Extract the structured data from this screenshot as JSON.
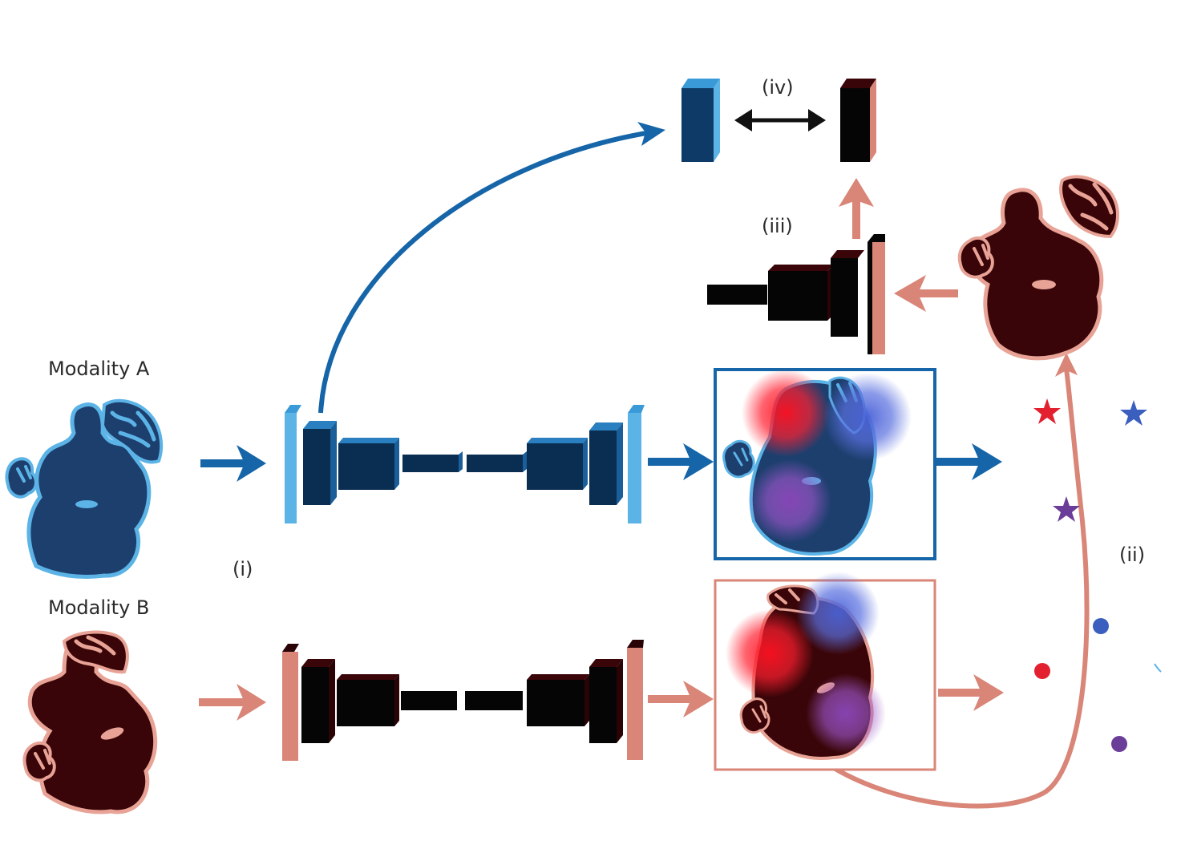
{
  "labels": {
    "modality_a": "Modality A",
    "modality_b": "Modality B",
    "step_i": "(i)",
    "step_ii": "(ii)",
    "step_iii": "(iii)",
    "step_iv": "(iv)"
  },
  "colors": {
    "blue_dark": "#0d3a66",
    "blue_fill": "#1d3f6e",
    "blue_light": "#5bb3e6",
    "blue_arrow": "#1565a8",
    "blue_block_front": "#0a2e52",
    "salmon": "#d98577",
    "salmon_light": "#e8a396",
    "maroon": "#3a0508",
    "black_block": "#050505",
    "red_point": "#e3202f",
    "blue_point": "#3b5fbf",
    "purple_point": "#6a3d99"
  },
  "icons": {
    "tissue_a": "tissue-section-icon",
    "tissue_b": "tissue-section-icon",
    "points": [
      "star-icon",
      "dot-icon"
    ]
  }
}
